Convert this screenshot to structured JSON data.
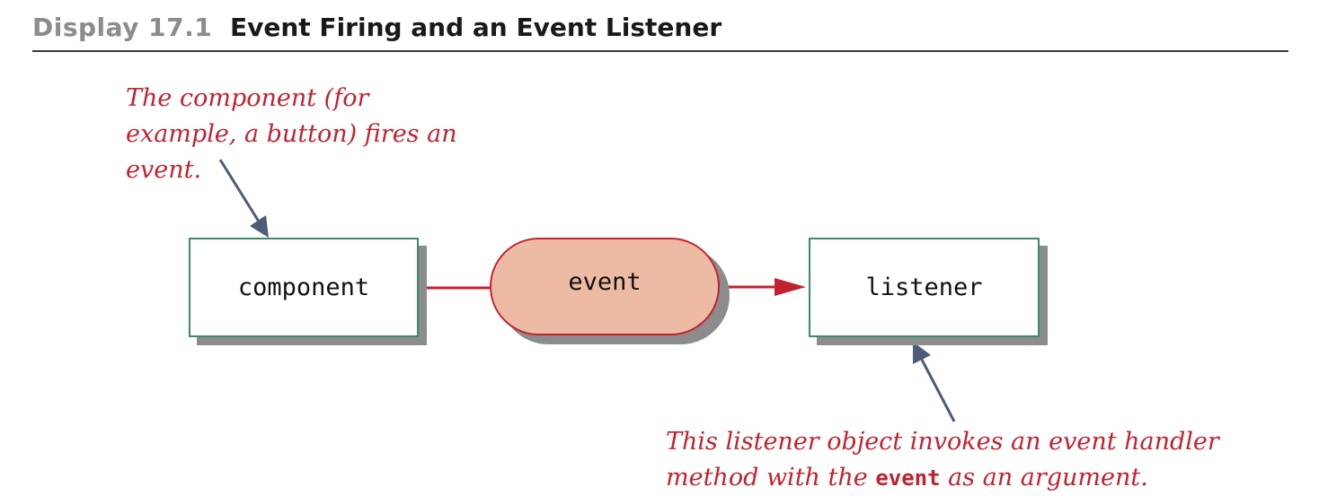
{
  "header": {
    "display_label": "Display 17.1",
    "title": "Event Firing and an Event Listener"
  },
  "annotations": {
    "component": {
      "line1": "The component (for",
      "line2": "example, a button) fires an",
      "line3": "event."
    },
    "listener": {
      "line1": "This listener object invokes an event handler",
      "line2_before": "method with the ",
      "line2_code": "event",
      "line2_after": " as an argument."
    }
  },
  "nodes": {
    "component": "component",
    "event": "event",
    "listener": "listener"
  },
  "colors": {
    "annotation_text": "#c2222f",
    "connector": "#c2222f",
    "pointer_arrow": "#4e5b79",
    "box_border": "#3d8a66",
    "event_fill": "#edbba3",
    "shadow": "#8c8c8c",
    "rule": "#3a3a3a"
  }
}
